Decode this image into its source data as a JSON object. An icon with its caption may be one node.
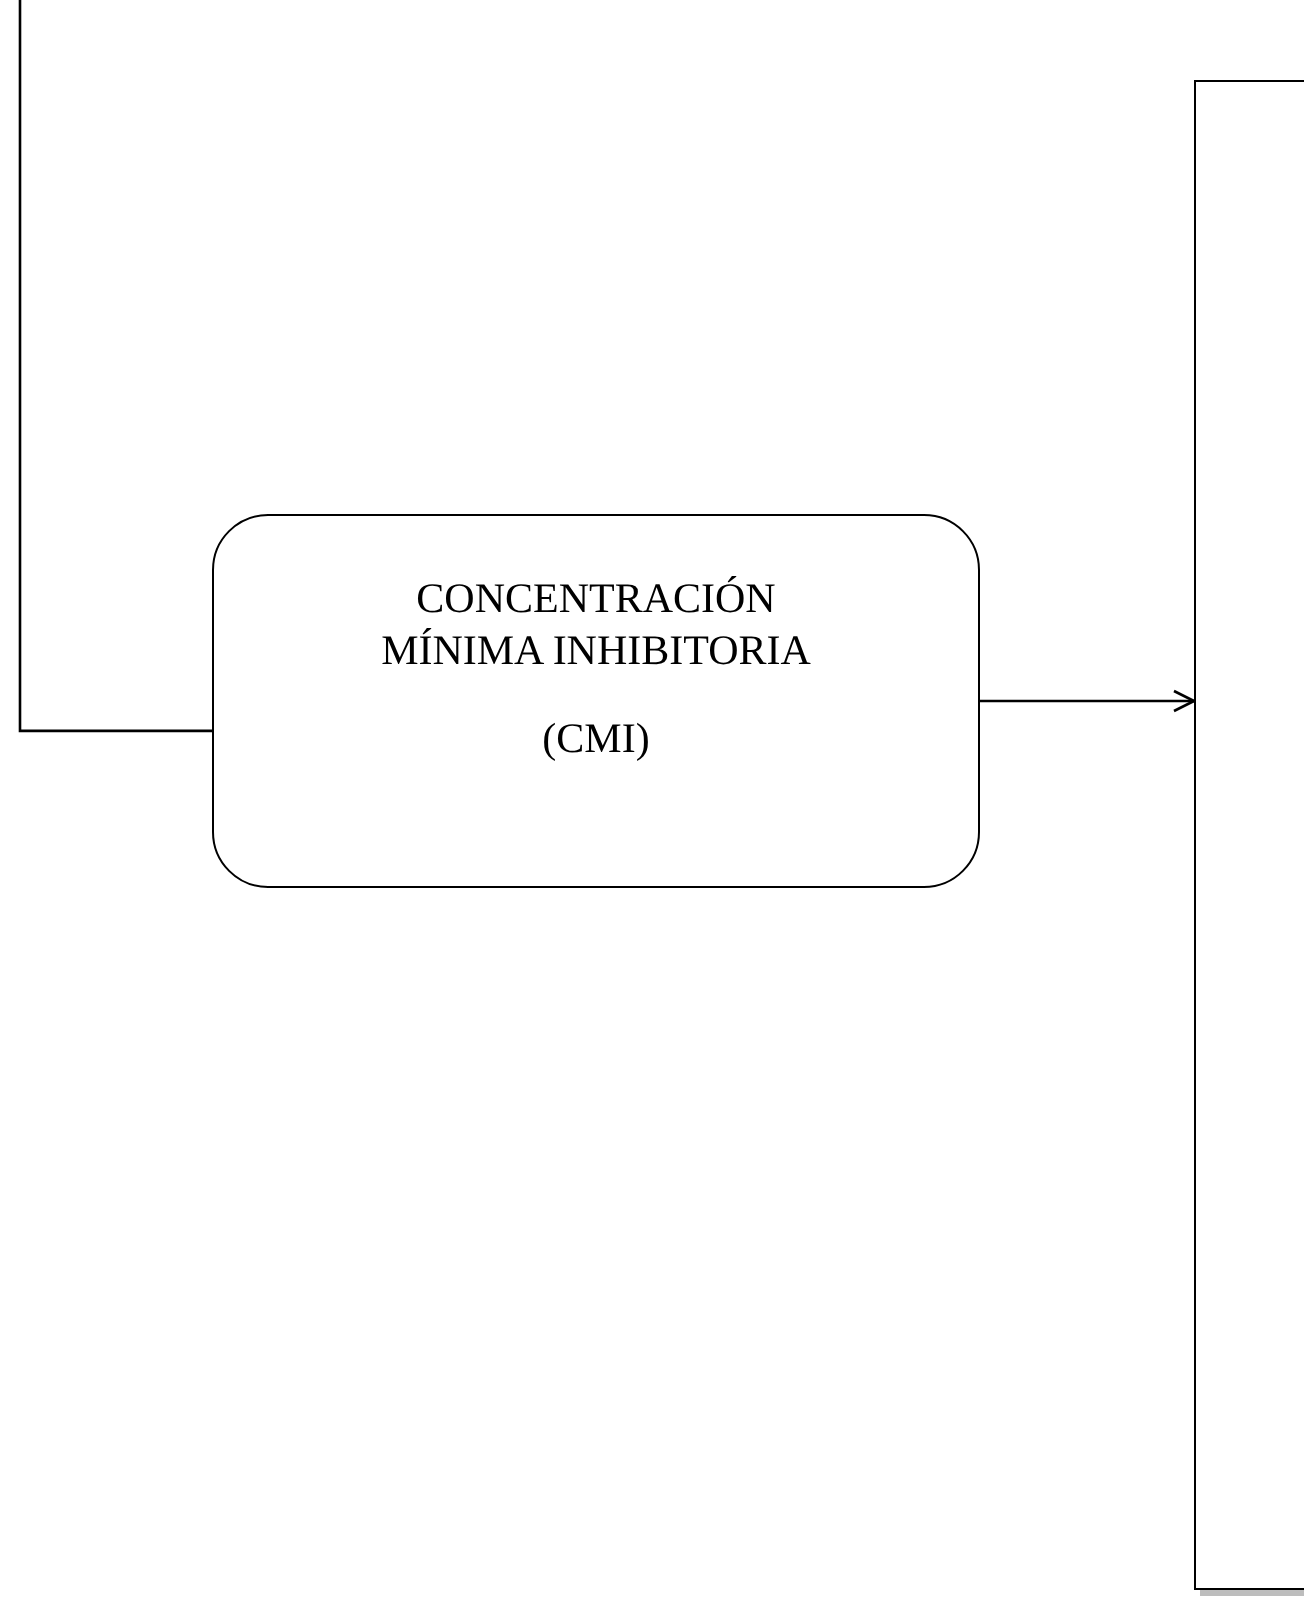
{
  "diagram": {
    "nodes": [
      {
        "text": [
          "CONCENTRACIÓN MÍNIMA INHIBITORIA",
          "(CMI)"
        ]
      },
      {
        "text": [],
        "shape": "box"
      }
    ],
    "edges": [
      {
        "from": null,
        "to": 0,
        "arrow": "none"
      },
      {
        "from": 0,
        "to": 1,
        "arrow": "to"
      }
    ]
  }
}
